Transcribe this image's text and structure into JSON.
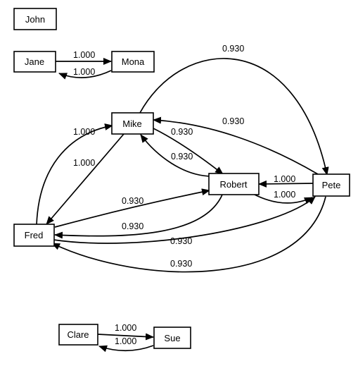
{
  "nodes": [
    {
      "id": "john",
      "label": "John"
    },
    {
      "id": "jane",
      "label": "Jane"
    },
    {
      "id": "mona",
      "label": "Mona"
    },
    {
      "id": "mike",
      "label": "Mike"
    },
    {
      "id": "robert",
      "label": "Robert"
    },
    {
      "id": "pete",
      "label": "Pete"
    },
    {
      "id": "fred",
      "label": "Fred"
    },
    {
      "id": "clare",
      "label": "Clare"
    },
    {
      "id": "sue",
      "label": "Sue"
    }
  ],
  "edges": [
    {
      "id": "jane-mona",
      "from": "Jane",
      "to": "Mona",
      "weight": "1.000"
    },
    {
      "id": "mona-jane",
      "from": "Mona",
      "to": "Jane",
      "weight": "1.000"
    },
    {
      "id": "mike-pete",
      "from": "Mike",
      "to": "Pete",
      "weight": "0.930"
    },
    {
      "id": "pete-mike",
      "from": "Pete",
      "to": "Mike",
      "weight": "0.930"
    },
    {
      "id": "fred-mike",
      "from": "Fred",
      "to": "Mike",
      "weight": "1.000"
    },
    {
      "id": "mike-fred",
      "from": "Mike",
      "to": "Fred",
      "weight": "1.000"
    },
    {
      "id": "mike-robert",
      "from": "Mike",
      "to": "Robert",
      "weight": "0.930"
    },
    {
      "id": "robert-mike",
      "from": "Robert",
      "to": "Mike",
      "weight": "0.930"
    },
    {
      "id": "pete-robert",
      "from": "Pete",
      "to": "Robert",
      "weight": "1.000"
    },
    {
      "id": "robert-pete",
      "from": "Robert",
      "to": "Pete",
      "weight": "1.000"
    },
    {
      "id": "fred-robert",
      "from": "Fred",
      "to": "Robert",
      "weight": "0.930"
    },
    {
      "id": "robert-fred",
      "from": "Robert",
      "to": "Fred",
      "weight": "0.930"
    },
    {
      "id": "fred-pete",
      "from": "Fred",
      "to": "Pete",
      "weight": "0.930"
    },
    {
      "id": "pete-fred",
      "from": "Pete",
      "to": "Fred",
      "weight": "0.930"
    },
    {
      "id": "clare-sue",
      "from": "Clare",
      "to": "Sue",
      "weight": "1.000"
    },
    {
      "id": "sue-clare",
      "from": "Sue",
      "to": "Clare",
      "weight": "1.000"
    }
  ]
}
